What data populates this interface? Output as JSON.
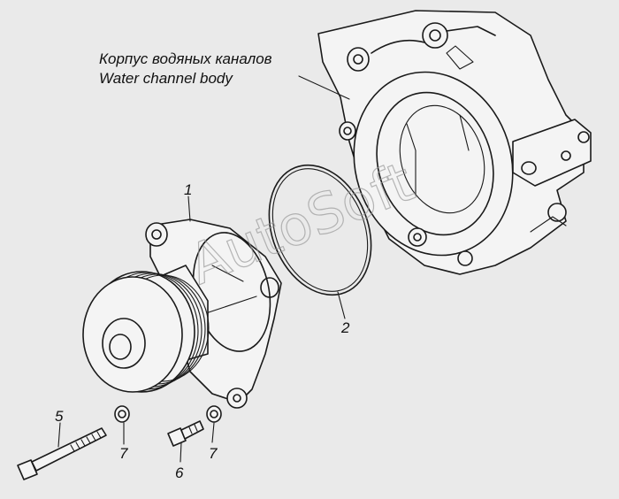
{
  "callout": {
    "line1": "Корпус водяных каналов",
    "line2": "Water channel body"
  },
  "watermark": "AutoSoft",
  "part_numbers": {
    "p1": "1",
    "p2": "2",
    "p5": "5",
    "p6": "6",
    "p7a": "7",
    "p7b": "7"
  }
}
